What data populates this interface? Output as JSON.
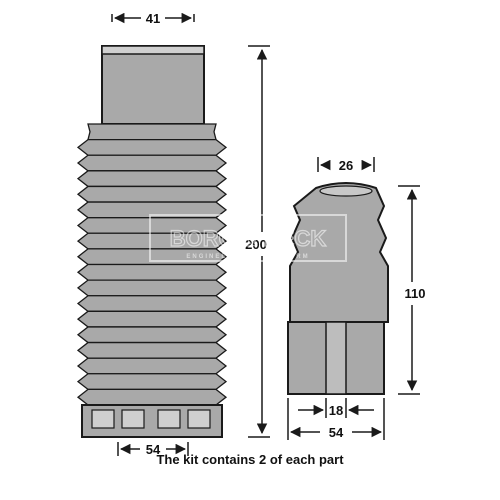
{
  "dimensions": {
    "boot_top_width": "41",
    "boot_height": "200",
    "boot_bottom_width": "54",
    "bumper_top_width": "26",
    "bumper_height": "110",
    "bumper_inner_width": "18",
    "bumper_bottom_width": "54"
  },
  "caption": "The kit contains 2 of each part",
  "watermark": {
    "brand": "BORG & BECK",
    "tagline": "ENGINEERED TO PERFORM"
  },
  "colors": {
    "part_fill": "#a9a9a9",
    "outline": "#1a1a1a",
    "dim_line": "#1a1a1a"
  }
}
